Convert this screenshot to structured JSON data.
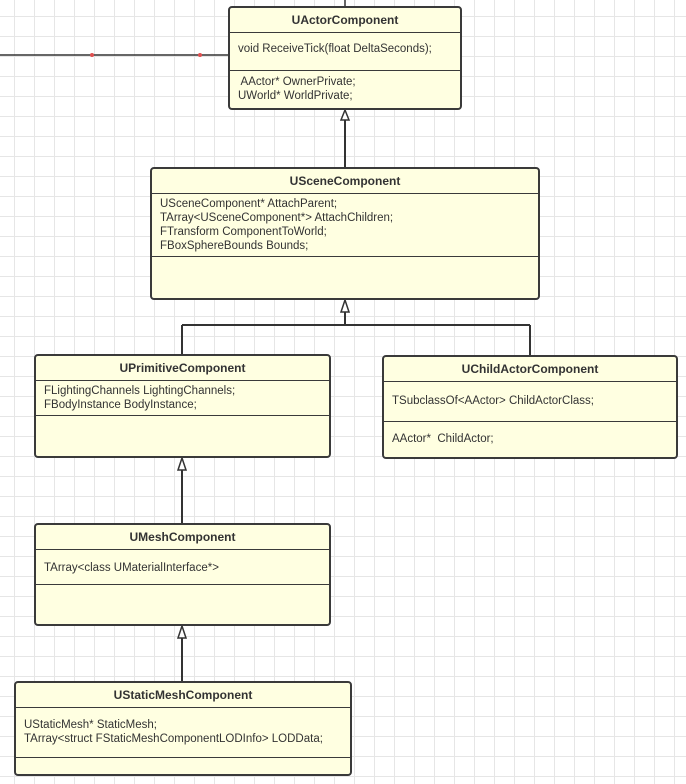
{
  "classes": {
    "uactor": {
      "name": "UActorComponent",
      "methods": [
        "void ReceiveTick(float DeltaSeconds);"
      ],
      "fields": [
        " AActor* OwnerPrivate;",
        "UWorld* WorldPrivate;"
      ]
    },
    "uscene": {
      "name": "USceneComponent",
      "fields": [
        "USceneComponent* AttachParent;",
        "TArray<USceneComponent*> AttachChildren;",
        "FTransform ComponentToWorld;",
        "FBoxSphereBounds Bounds;"
      ],
      "methods": []
    },
    "uprimitive": {
      "name": "UPrimitiveComponent",
      "fields": [
        "FLightingChannels LightingChannels;",
        "FBodyInstance BodyInstance;"
      ],
      "methods": []
    },
    "uchild": {
      "name": "UChildActorComponent",
      "fields": [
        "TSubclassOf<AActor> ChildActorClass;"
      ],
      "methods": [
        "AActor*  ChildActor;"
      ]
    },
    "umesh": {
      "name": "UMeshComponent",
      "fields": [
        "TArray<class UMaterialInterface*>"
      ],
      "methods": []
    },
    "ustatic": {
      "name": "UStaticMeshComponent",
      "fields": [
        "UStaticMesh* StaticMesh;",
        "TArray<struct FStaticMeshComponentLODInfo> LODData;"
      ],
      "methods": []
    }
  },
  "colors": {
    "box_fill": "#ffffe1",
    "box_border": "#3a3a3a",
    "connector": "#333333",
    "dot": "#e05050",
    "grid": "#e6e6e6"
  }
}
